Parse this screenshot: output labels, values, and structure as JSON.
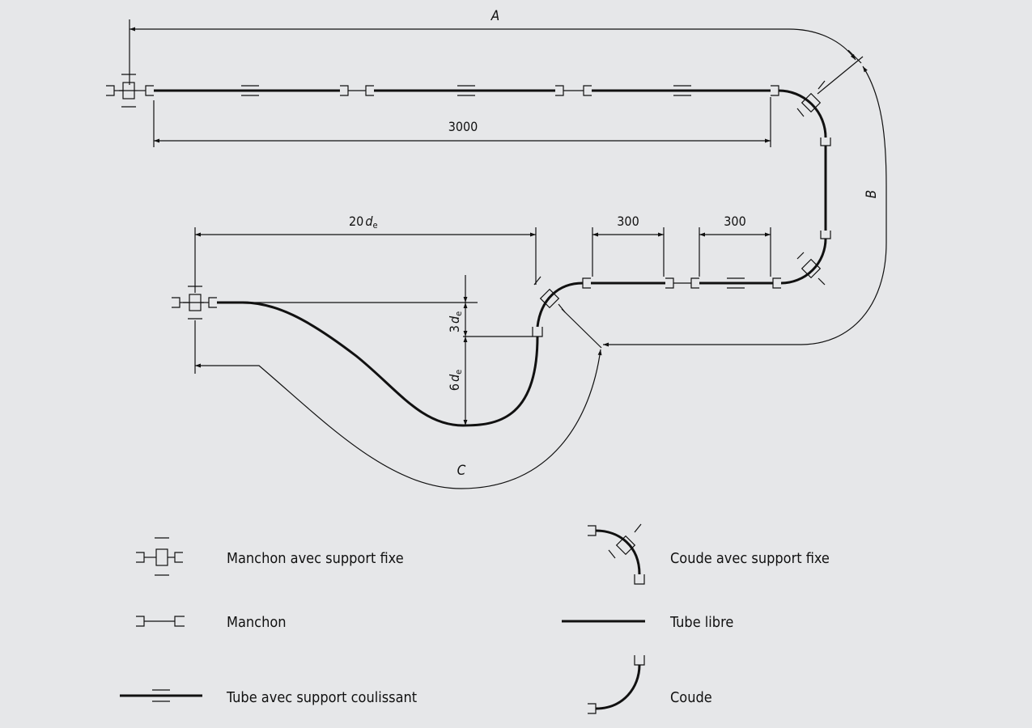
{
  "dimensions": {
    "A": "A",
    "B": "B",
    "C": "C",
    "d3000": "3000",
    "d300a": "300",
    "d300b": "300",
    "d20": "20",
    "d3": "3",
    "d6": "6",
    "de_symbol": "d",
    "de_sub": "e"
  },
  "legend": {
    "manchon_fixe": "Manchon avec support fixe",
    "manchon": "Manchon",
    "tube_coulissant": "Tube avec support coulissant",
    "coude_fixe": "Coude avec support fixe",
    "tube_libre": "Tube libre",
    "coude": "Coude"
  }
}
